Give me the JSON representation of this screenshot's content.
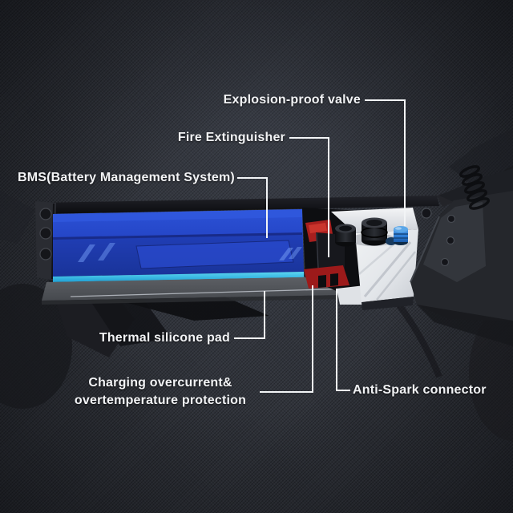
{
  "diagram": {
    "subject": "electric-skateboard-battery-pack-callout-diagram"
  },
  "callouts": {
    "explosion_proof_valve": {
      "label": "Explosion-proof valve"
    },
    "fire_extinguisher": {
      "label": "Fire Extinguisher"
    },
    "bms": {
      "label": "BMS(Battery Management System)"
    },
    "thermal_silicone_pad": {
      "label": "Thermal silicone pad"
    },
    "charging_protection": {
      "lines": [
        "Charging overcurrent&",
        "overtemperature protection"
      ]
    },
    "anti_spark": {
      "label": "Anti-Spark connector"
    }
  },
  "colors": {
    "background": "#2e3138",
    "battery_blue": "#2445c6",
    "battery_blue_light": "#3058dd",
    "thermal_pad_cyan": "#3cc2e8",
    "pad_gray": "#55585c",
    "extinguisher_white": "#eceef0",
    "valve_blue": "#2e7fd8",
    "wire_red": "#a81f1e",
    "leader_line": "#f2f4f6",
    "label_text": "#f2f3f5"
  }
}
